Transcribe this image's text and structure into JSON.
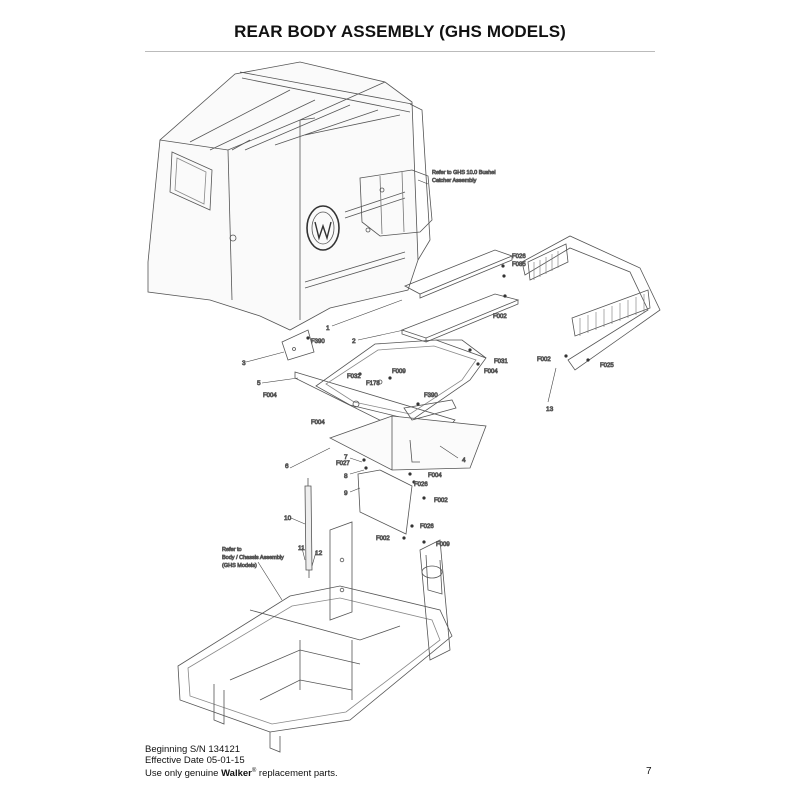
{
  "title": "REAR BODY ASSEMBLY (GHS MODELS)",
  "references": {
    "catcher": [
      "Refer to GHS 10.0 Bushel",
      "Catcher Assembly"
    ],
    "chassis": [
      "Refer to",
      "Body / Chassis Assembly",
      "(GHS Models)"
    ]
  },
  "callouts": {
    "n1": "1",
    "n2": "2",
    "n3": "3",
    "n4": "4",
    "n5": "5",
    "n6": "6",
    "n7": "7",
    "n8": "8",
    "n9": "9",
    "n10": "10",
    "n11": "11",
    "n12": "12",
    "n13": "13",
    "f026a": "F026",
    "f085": "F085",
    "f002a": "F002",
    "f031": "F031",
    "f004a": "F004",
    "f002b": "F002",
    "f025": "F025",
    "f390a": "F390",
    "f032": "F032",
    "f178": "F178",
    "f009a": "F009",
    "f004b": "F004",
    "f390b": "F390",
    "f004c": "F004",
    "f027": "F027",
    "f004d": "F004",
    "f026b": "F026",
    "f002c": "F002",
    "f026c": "F026",
    "f002d": "F002",
    "f009b": "F009"
  },
  "footer": {
    "serial": "Beginning S/N 134121",
    "effective": "Effective Date 05-01-15",
    "parts_prefix": "Use only genuine ",
    "brand": "Walker",
    "reg": "®",
    "parts_suffix": " replacement parts."
  },
  "page_number": "7"
}
